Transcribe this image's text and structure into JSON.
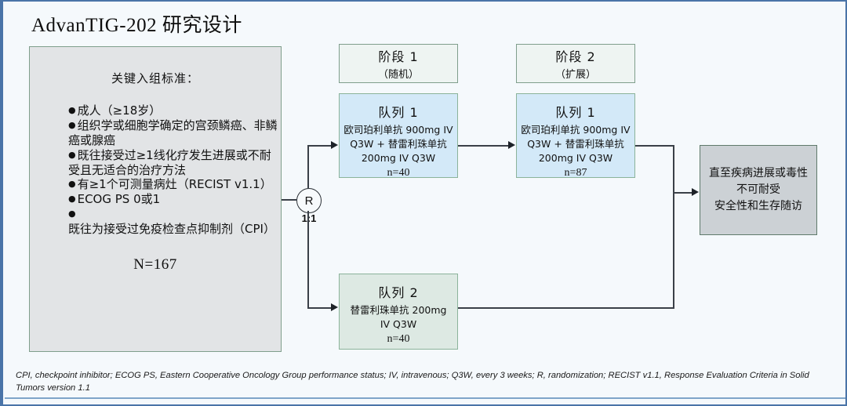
{
  "slide": {
    "title": "AdvanTIG-202 研究设计",
    "accent_border": "#4a74a8",
    "background": "#f5f9fc"
  },
  "criteria": {
    "heading": "关键入组标准：",
    "items": [
      "成人（≥18岁）",
      "组织学或细胞学确定的宫颈鳞癌、非鳞癌或腺癌",
      "既往接受过≥1线化疗发生进展或不耐受且无适合的治疗方法",
      "有≥1个可测量病灶（RECIST v1.1）",
      "ECOG PS 0或1",
      "既往为接受过免疫检查点抑制剂（CPI）"
    ],
    "total": "N=167",
    "fill": "#e2e4e6"
  },
  "stages": [
    {
      "name": "阶段 1",
      "sub": "（随机）"
    },
    {
      "name": "阶段 2",
      "sub": "（扩展）"
    }
  ],
  "cohorts": [
    {
      "title": "队列 1",
      "regimen_line1": "欧司珀利单抗 900mg IV",
      "regimen_line2": "Q3W + 替雷利珠单抗",
      "regimen_line3": "200mg IV Q3W",
      "n": "n=40",
      "fill": "#d3e9f8"
    },
    {
      "title": "队列 1",
      "regimen_line1": "欧司珀利单抗 900mg IV",
      "regimen_line2": "Q3W + 替雷利珠单抗",
      "regimen_line3": "200mg IV Q3W",
      "n": "n=87",
      "fill": "#d3e9f8"
    },
    {
      "title": "队列 2",
      "regimen_line1": "替雷利珠单抗 200mg",
      "regimen_line2": "IV Q3W",
      "regimen_line3": "",
      "n": "n=40",
      "fill": "#dde9e3"
    }
  ],
  "randomization": {
    "label": "R",
    "ratio": "1:1"
  },
  "outcome": {
    "line1": "直至疾病进展或毒性",
    "line2": "不可耐受",
    "line3": "安全性和生存随访",
    "fill": "#ccd1d5"
  },
  "footnote": "CPI, checkpoint inhibitor; ECOG PS, Eastern Cooperative Oncology Group performance status; IV, intravenous; Q3W, every 3 weeks; R, randomization; RECIST v1.1, Response Evaluation Criteria in Solid Tumors version 1.1"
}
